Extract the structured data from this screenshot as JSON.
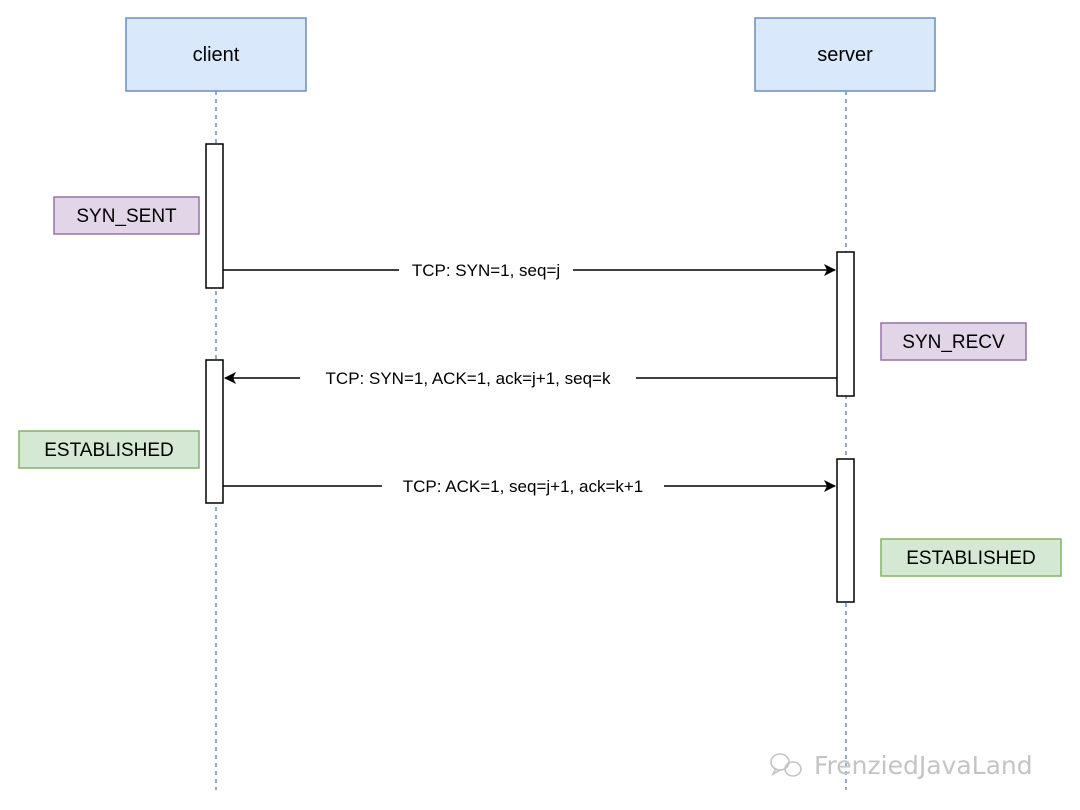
{
  "participants": {
    "client": "client",
    "server": "server"
  },
  "messages": {
    "syn": "TCP: SYN=1, seq=j",
    "syn_ack": "TCP: SYN=1, ACK=1, ack=j+1, seq=k",
    "ack": "TCP: ACK=1, seq=j+1, ack=k+1"
  },
  "states": {
    "client_syn_sent": "SYN_SENT",
    "server_syn_recv": "SYN_RECV",
    "client_established": "ESTABLISHED",
    "server_established": "ESTABLISHED"
  },
  "watermark": "FrenziedJavaLand",
  "colors": {
    "participant_fill": "#dae8fc",
    "participant_stroke": "#6c8ebf",
    "purple_fill": "#e1d5e7",
    "purple_stroke": "#9673a6",
    "green_fill": "#d5e8d4",
    "green_stroke": "#82b366"
  }
}
